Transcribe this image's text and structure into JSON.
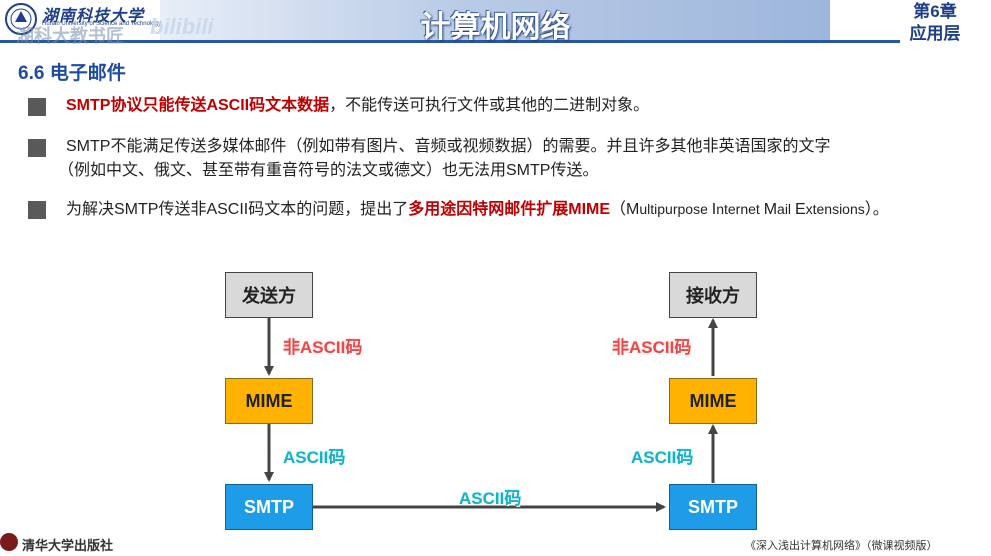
{
  "header": {
    "university_cn": "湖南科技大学",
    "university_en": "Hunan University of Science and Technology",
    "watermark": "湖科大教书匠",
    "watermark_bili": "bilibili",
    "course_title": "计算机网络",
    "chapter": "第6章",
    "chapter_name": "应用层"
  },
  "section": {
    "title": "6.6 电子邮件"
  },
  "bullets": [
    {
      "highlight": "SMTP协议只能传送ASCII码文本数据",
      "rest": "，不能传送可执行文件或其他的二进制对象。"
    },
    {
      "line1": "SMTP不能满足传送多媒体邮件（例如带有图片、音频或视频数据）的需要。并且许多其他非英语国家的文字",
      "line2": "（例如中文、俄文、甚至带有重音符号的法文或德文）也无法用SMTP传送。"
    },
    {
      "prefix": "为解决SMTP传送非ASCII码文本的问题，提出了",
      "highlight": "多用途因特网邮件扩展MIME",
      "suffix_open": "（",
      "english_parts": [
        "M",
        "ultipurpose ",
        "I",
        "nternet ",
        "M",
        "ail ",
        "E",
        "xtensions"
      ],
      "suffix_close": "）。"
    }
  ],
  "diagram": {
    "sender": "发送方",
    "receiver": "接收方",
    "mime_left": "MIME",
    "mime_right": "MIME",
    "smtp_left": "SMTP",
    "smtp_right": "SMTP",
    "label_non_ascii_left": "非ASCII码",
    "label_non_ascii_right": "非ASCII码",
    "label_ascii_left": "ASCII码",
    "label_ascii_right": "ASCII码",
    "label_ascii_middle": "ASCII码",
    "colors": {
      "gray_box": "#d9d9d9",
      "mime_box": "#ffb300",
      "smtp_box": "#1e9ce8",
      "red_label": "#e8494a",
      "teal_label": "#16b0c8",
      "arrow": "#444444"
    }
  },
  "footer": {
    "publisher": "清华大学出版社",
    "book": "《深入浅出计算机网络》（微课视频版）"
  }
}
